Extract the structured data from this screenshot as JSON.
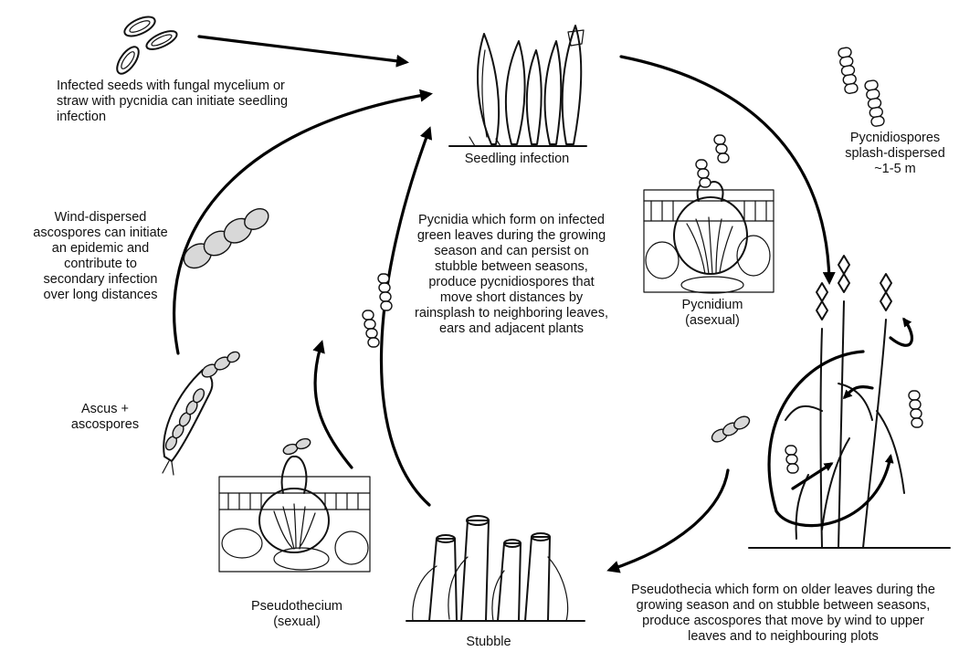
{
  "labels": {
    "infected_seeds": "Infected seeds with fungal mycelium or\nstraw with pycnidia can initiate seedling\ninfection",
    "seedling": "Seedling infection",
    "pycnidiospores": "Pycnidiospores\nsplash-dispersed\n~1-5 m",
    "wind": "Wind-dispersed\nascospores can initiate\nan epidemic and\ncontribute to\nsecondary infection\nover long distances",
    "pycnidia_text": "Pycnidia which form on infected\ngreen leaves during the growing\nseason and can persist on\nstubble between seasons,\nproduce pycnidiospores that\nmove short distances by\nrainsplash to neighboring leaves,\nears and adjacent plants",
    "pycnidium": "Pycnidium\n(asexual)",
    "ascus": "Ascus +\nascospores",
    "pseudothecium": "Pseudothecium\n(sexual)",
    "stubble": "Stubble",
    "pseudothecia_text": "Pseudothecia which form on older leaves during the\ngrowing season and on stubble between seasons,\nproduce ascospores that move by wind to upper\nleaves and to neighbouring plots"
  },
  "colors": {
    "ink": "#111111",
    "background": "#ffffff"
  }
}
